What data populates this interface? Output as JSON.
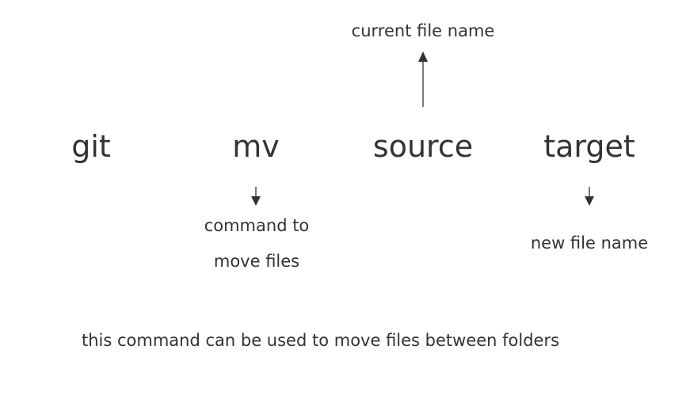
{
  "colors": {
    "text": "#333333",
    "arrow": "#333333",
    "background": "#ffffff"
  },
  "command": {
    "git": "git",
    "mv": "mv",
    "source": "source",
    "target": "target"
  },
  "annotations": {
    "source_note": "current file name",
    "mv_note_line1": "command to",
    "mv_note_line2": "move files",
    "target_note": "new file name"
  },
  "footer": "this command can be used to move files between folders"
}
